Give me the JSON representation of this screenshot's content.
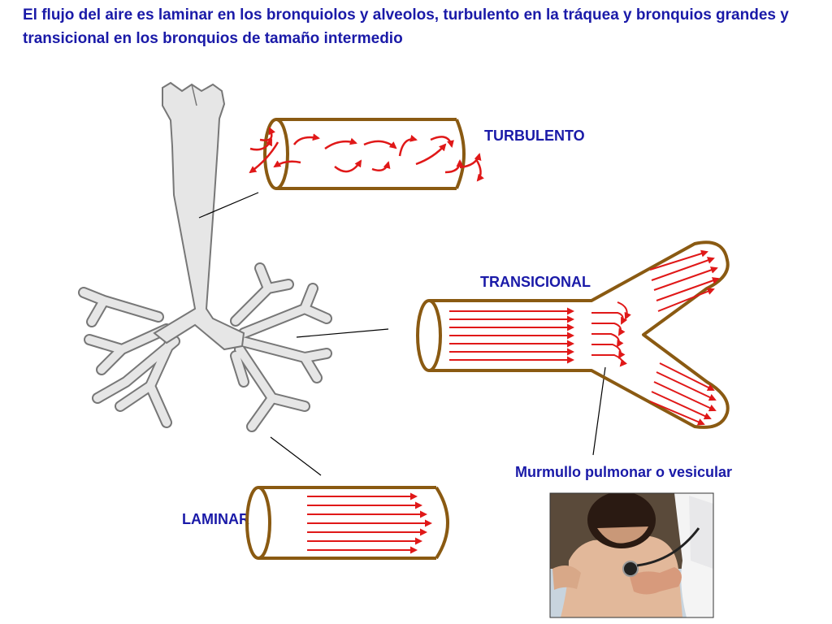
{
  "title": "El flujo del aire es laminar en los bronquiolos y alveolos, turbulento en la tráquea y bronquios grandes y transicional en los bronquios de tamaño intermedio",
  "labels": {
    "turbulent": "TURBULENTO",
    "transitional": "TRANSICIONAL",
    "laminar": "LAMINAR",
    "breath_sound": "Murmullo pulmonar o vesicular"
  },
  "colors": {
    "title_text": "#1a1aa8",
    "tube_outline": "#8a5a12",
    "flow_arrows": "#e01818",
    "airway_fill": "#e6e6e6",
    "airway_outline": "#777777"
  }
}
